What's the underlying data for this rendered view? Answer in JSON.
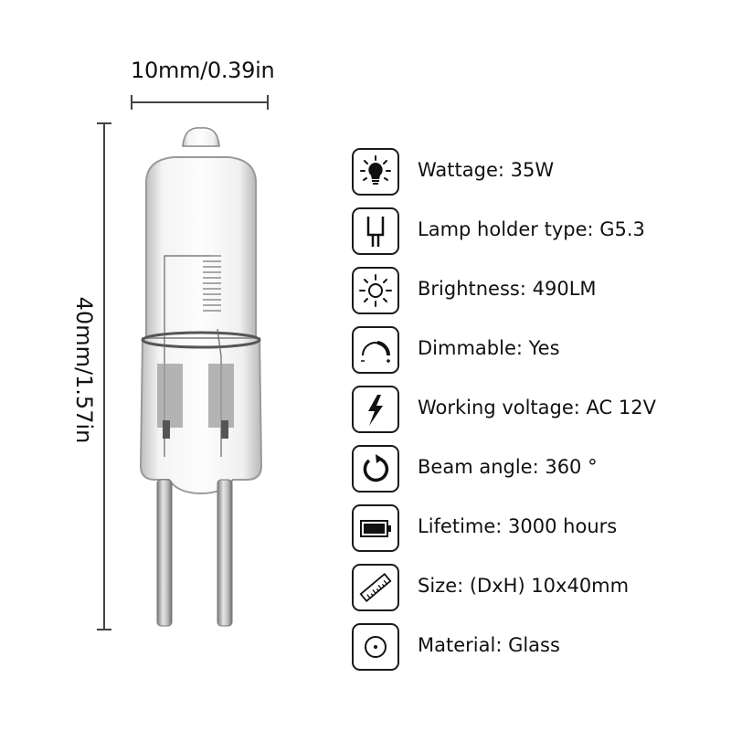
{
  "dimensions": {
    "width_label": "10mm/0.39in",
    "height_label": "40mm/1.57in"
  },
  "product": {
    "image": "g5.3-halogen-bulb"
  },
  "specs": [
    {
      "icon": "light-bulb-icon",
      "text": "Wattage: 35W"
    },
    {
      "icon": "bi-pin-base-icon",
      "text": "Lamp holder type: G5.3"
    },
    {
      "icon": "sun-brightness-icon",
      "text": "Brightness: 490LM"
    },
    {
      "icon": "dimmer-arc-icon",
      "text": "Dimmable: Yes"
    },
    {
      "icon": "lightning-bolt-icon",
      "text": "Working voltage: AC 12V"
    },
    {
      "icon": "circular-arrow-icon",
      "text": "Beam angle: 360 °"
    },
    {
      "icon": "battery-icon",
      "text": "Lifetime: 3000 hours"
    },
    {
      "icon": "ruler-icon",
      "text": "Size: (DxH) 10x40mm"
    },
    {
      "icon": "target-circle-icon",
      "text": "Material: Glass"
    }
  ],
  "colors": {
    "text": "#111111",
    "line": "#444444",
    "background": "#ffffff"
  }
}
